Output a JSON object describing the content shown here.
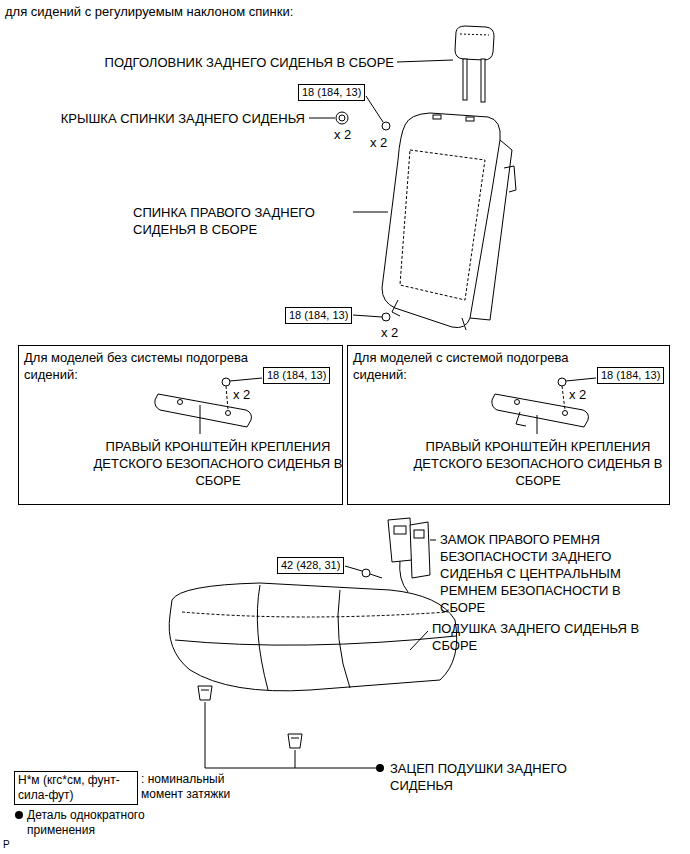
{
  "diagram": {
    "title": "для сидений с регулируемым наклоном спинки:",
    "nodes": [
      {
        "text": [
          "18 (184, 13)"
        ]
      },
      {
        "text": [
          "18 (184, 13)"
        ]
      },
      {
        "text": [
          "Для моделей без системы подогрева сидений:"
        ]
      },
      {
        "text": [
          "18 (184, 13)"
        ],
        "in": 2
      },
      {
        "text": [
          "Для моделей с системой подогрева сидений:"
        ]
      },
      {
        "text": [
          "18 (184, 13)"
        ],
        "in": 4
      },
      {
        "text": [
          "42 (428, 31)"
        ]
      },
      {
        "text": [
          "Н*м (кгс*см, фунт-сила-фут)"
        ]
      }
    ],
    "labels": [
      "ПОДГОЛОВНИК ЗАДНЕГО СИДЕНЬЯ В СБОРЕ",
      "КРЫШКА СПИНКИ ЗАДНЕГО СИДЕНЬЯ",
      "x 2",
      "x 2",
      "СПИНКА ПРАВОГО ЗАДНЕГО СИДЕНЬЯ В СБОРЕ",
      "x 2",
      "x 2",
      "ПРАВЫЙ КРОНШТЕЙН КРЕПЛЕНИЯ ДЕТСКОГО БЕЗОПАСНОГО СИДЕНЬЯ В СБОРЕ",
      "x 2",
      "ПРАВЫЙ КРОНШТЕЙН КРЕПЛЕНИЯ ДЕТСКОГО БЕЗОПАСНОГО СИДЕНЬЯ В СБОРЕ",
      "ЗАМОК ПРАВОГО РЕМНЯ БЕЗОПАСНОСТИ ЗАДНЕГО СИДЕНЬЯ С ЦЕНТРАЛЬНЫМ РЕМНЕМ БЕЗОПАСНОСТИ В СБОРЕ",
      "ПОДУШКА ЗАДНЕГО СИДЕНЬЯ В СБОРЕ",
      "ЗАЦЕП ПОДУШКИ ЗАДНЕГО СИДЕНЬЯ",
      "P"
    ],
    "legend": [
      {
        "text": ": номинальный момент затяжки"
      },
      {
        "text": "Деталь однократного применения"
      }
    ]
  }
}
